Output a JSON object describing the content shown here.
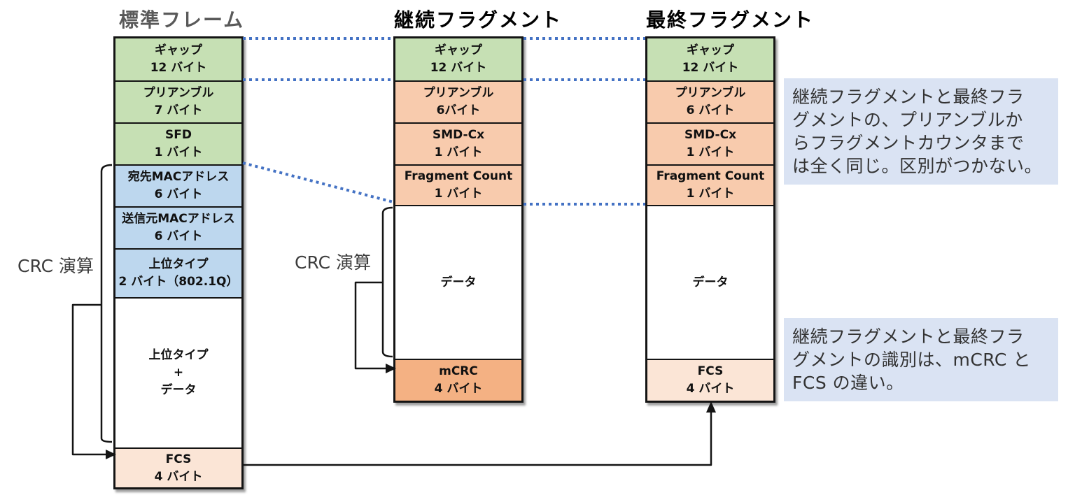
{
  "columns": [
    {
      "title": "標準フレーム",
      "rows": [
        {
          "lines": [
            "ギャップ",
            "12 バイト"
          ]
        },
        {
          "lines": [
            "プリアンブル",
            "7 バイト"
          ]
        },
        {
          "lines": [
            "SFD",
            "1 バイト"
          ]
        },
        {
          "lines": [
            "宛先MACアドレス",
            "6 バイト"
          ]
        },
        {
          "lines": [
            "送信元MACアドレス",
            "6 バイト"
          ]
        },
        {
          "lines": [
            "上位タイプ",
            "2 バイト（802.1Q）"
          ]
        },
        {
          "lines": [
            "上位タイプ",
            "+",
            "データ"
          ]
        },
        {
          "lines": [
            "FCS",
            "4 バイト"
          ]
        }
      ]
    },
    {
      "title": "継続フラグメント",
      "rows": [
        {
          "lines": [
            "ギャップ",
            "12 バイト"
          ]
        },
        {
          "lines": [
            "プリアンブル",
            "6バイト"
          ]
        },
        {
          "lines": [
            "SMD-Cx",
            "1 バイト"
          ]
        },
        {
          "lines": [
            "Fragment Count",
            "1 バイト"
          ]
        },
        {
          "lines": [
            "データ"
          ]
        },
        {
          "lines": [
            "mCRC",
            "4 バイト"
          ]
        }
      ]
    },
    {
      "title": "最終フラグメント",
      "rows": [
        {
          "lines": [
            "ギャップ",
            "12 バイト"
          ]
        },
        {
          "lines": [
            "プリアンブル",
            "6 バイト"
          ]
        },
        {
          "lines": [
            "SMD-Cx",
            "1 バイト"
          ]
        },
        {
          "lines": [
            "Fragment Count",
            "1 バイト"
          ]
        },
        {
          "lines": [
            "データ"
          ]
        },
        {
          "lines": [
            "FCS",
            "4 バイト"
          ]
        }
      ]
    }
  ],
  "crc_labels": [
    "CRC 演算",
    "CRC 演算"
  ],
  "notes": [
    {
      "lines": [
        "継続フラグメントと最終フラ",
        "グメントの、プリアンブルか",
        "らフラグメントカウンタまで",
        "は全く同じ。区別がつかない。"
      ]
    },
    {
      "lines": [
        "継続フラグメントと最終フラ",
        "グメントの識別は、mCRC と",
        "FCS の違い。"
      ]
    }
  ],
  "colors": {
    "green": "#c6e0b4",
    "blue": "#bdd7ee",
    "orange": "#f8cbad",
    "orange_dark": "#f4b183",
    "peach": "#fbe5d6",
    "white": "#ffffff",
    "note_bg": "#dae3f3",
    "dotted_line": "#4472c4",
    "border": "#141414"
  }
}
